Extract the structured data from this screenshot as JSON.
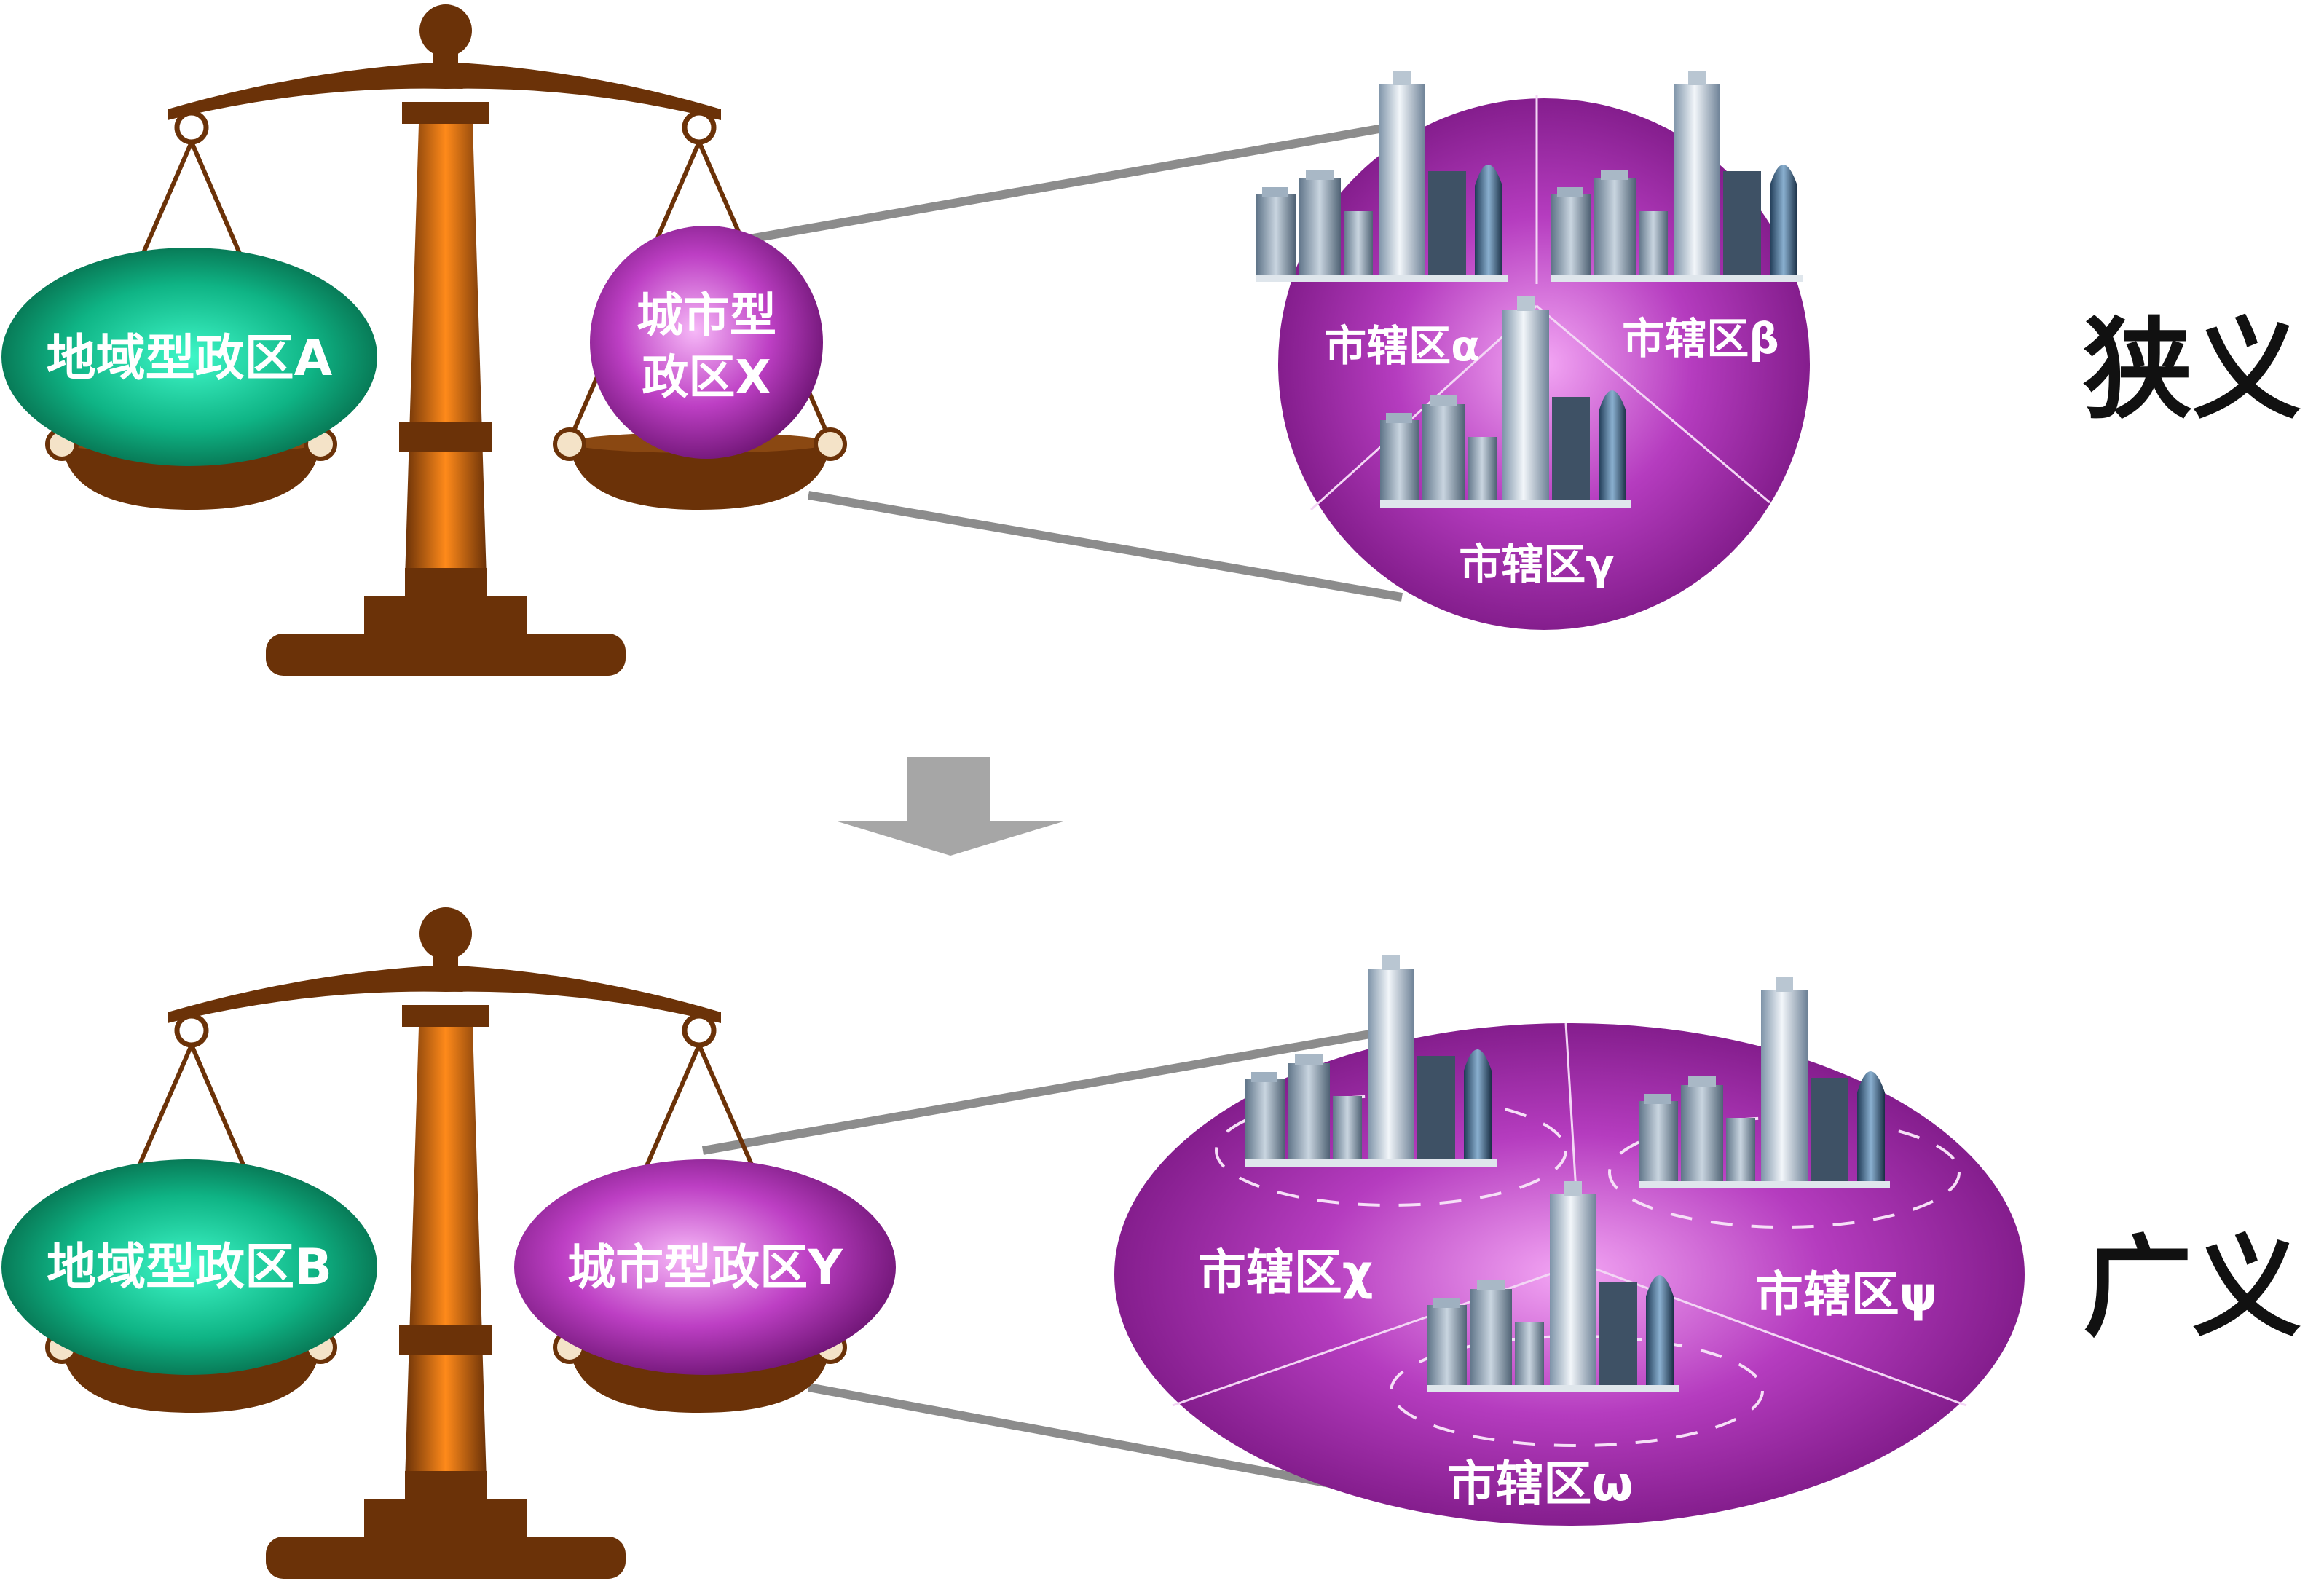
{
  "top": {
    "left_pan_label": "地域型政区A",
    "right_pan_label_line1": "城市型",
    "right_pan_label_line2": "政区X",
    "districts": [
      "市辖区α",
      "市辖区β",
      "市辖区γ"
    ],
    "side_label": "狭义"
  },
  "bottom": {
    "left_pan_label": "地域型政区B",
    "right_pan_label": "城市型政区Y",
    "districts": [
      "市辖区χ",
      "市辖区ψ",
      "市辖区ω"
    ],
    "side_label": "广义"
  },
  "colors": {
    "scale_brown": "#6b3208",
    "scale_orange": "#f27c12",
    "green_pan": "#0aa579",
    "purple_region": "#a21cab",
    "connector_gray": "#8c8c8c",
    "arrow_gray": "#a6a6a6"
  },
  "icons": [
    "balance-scale-icon",
    "skyscraper-cluster-icon",
    "down-arrow-icon"
  ]
}
